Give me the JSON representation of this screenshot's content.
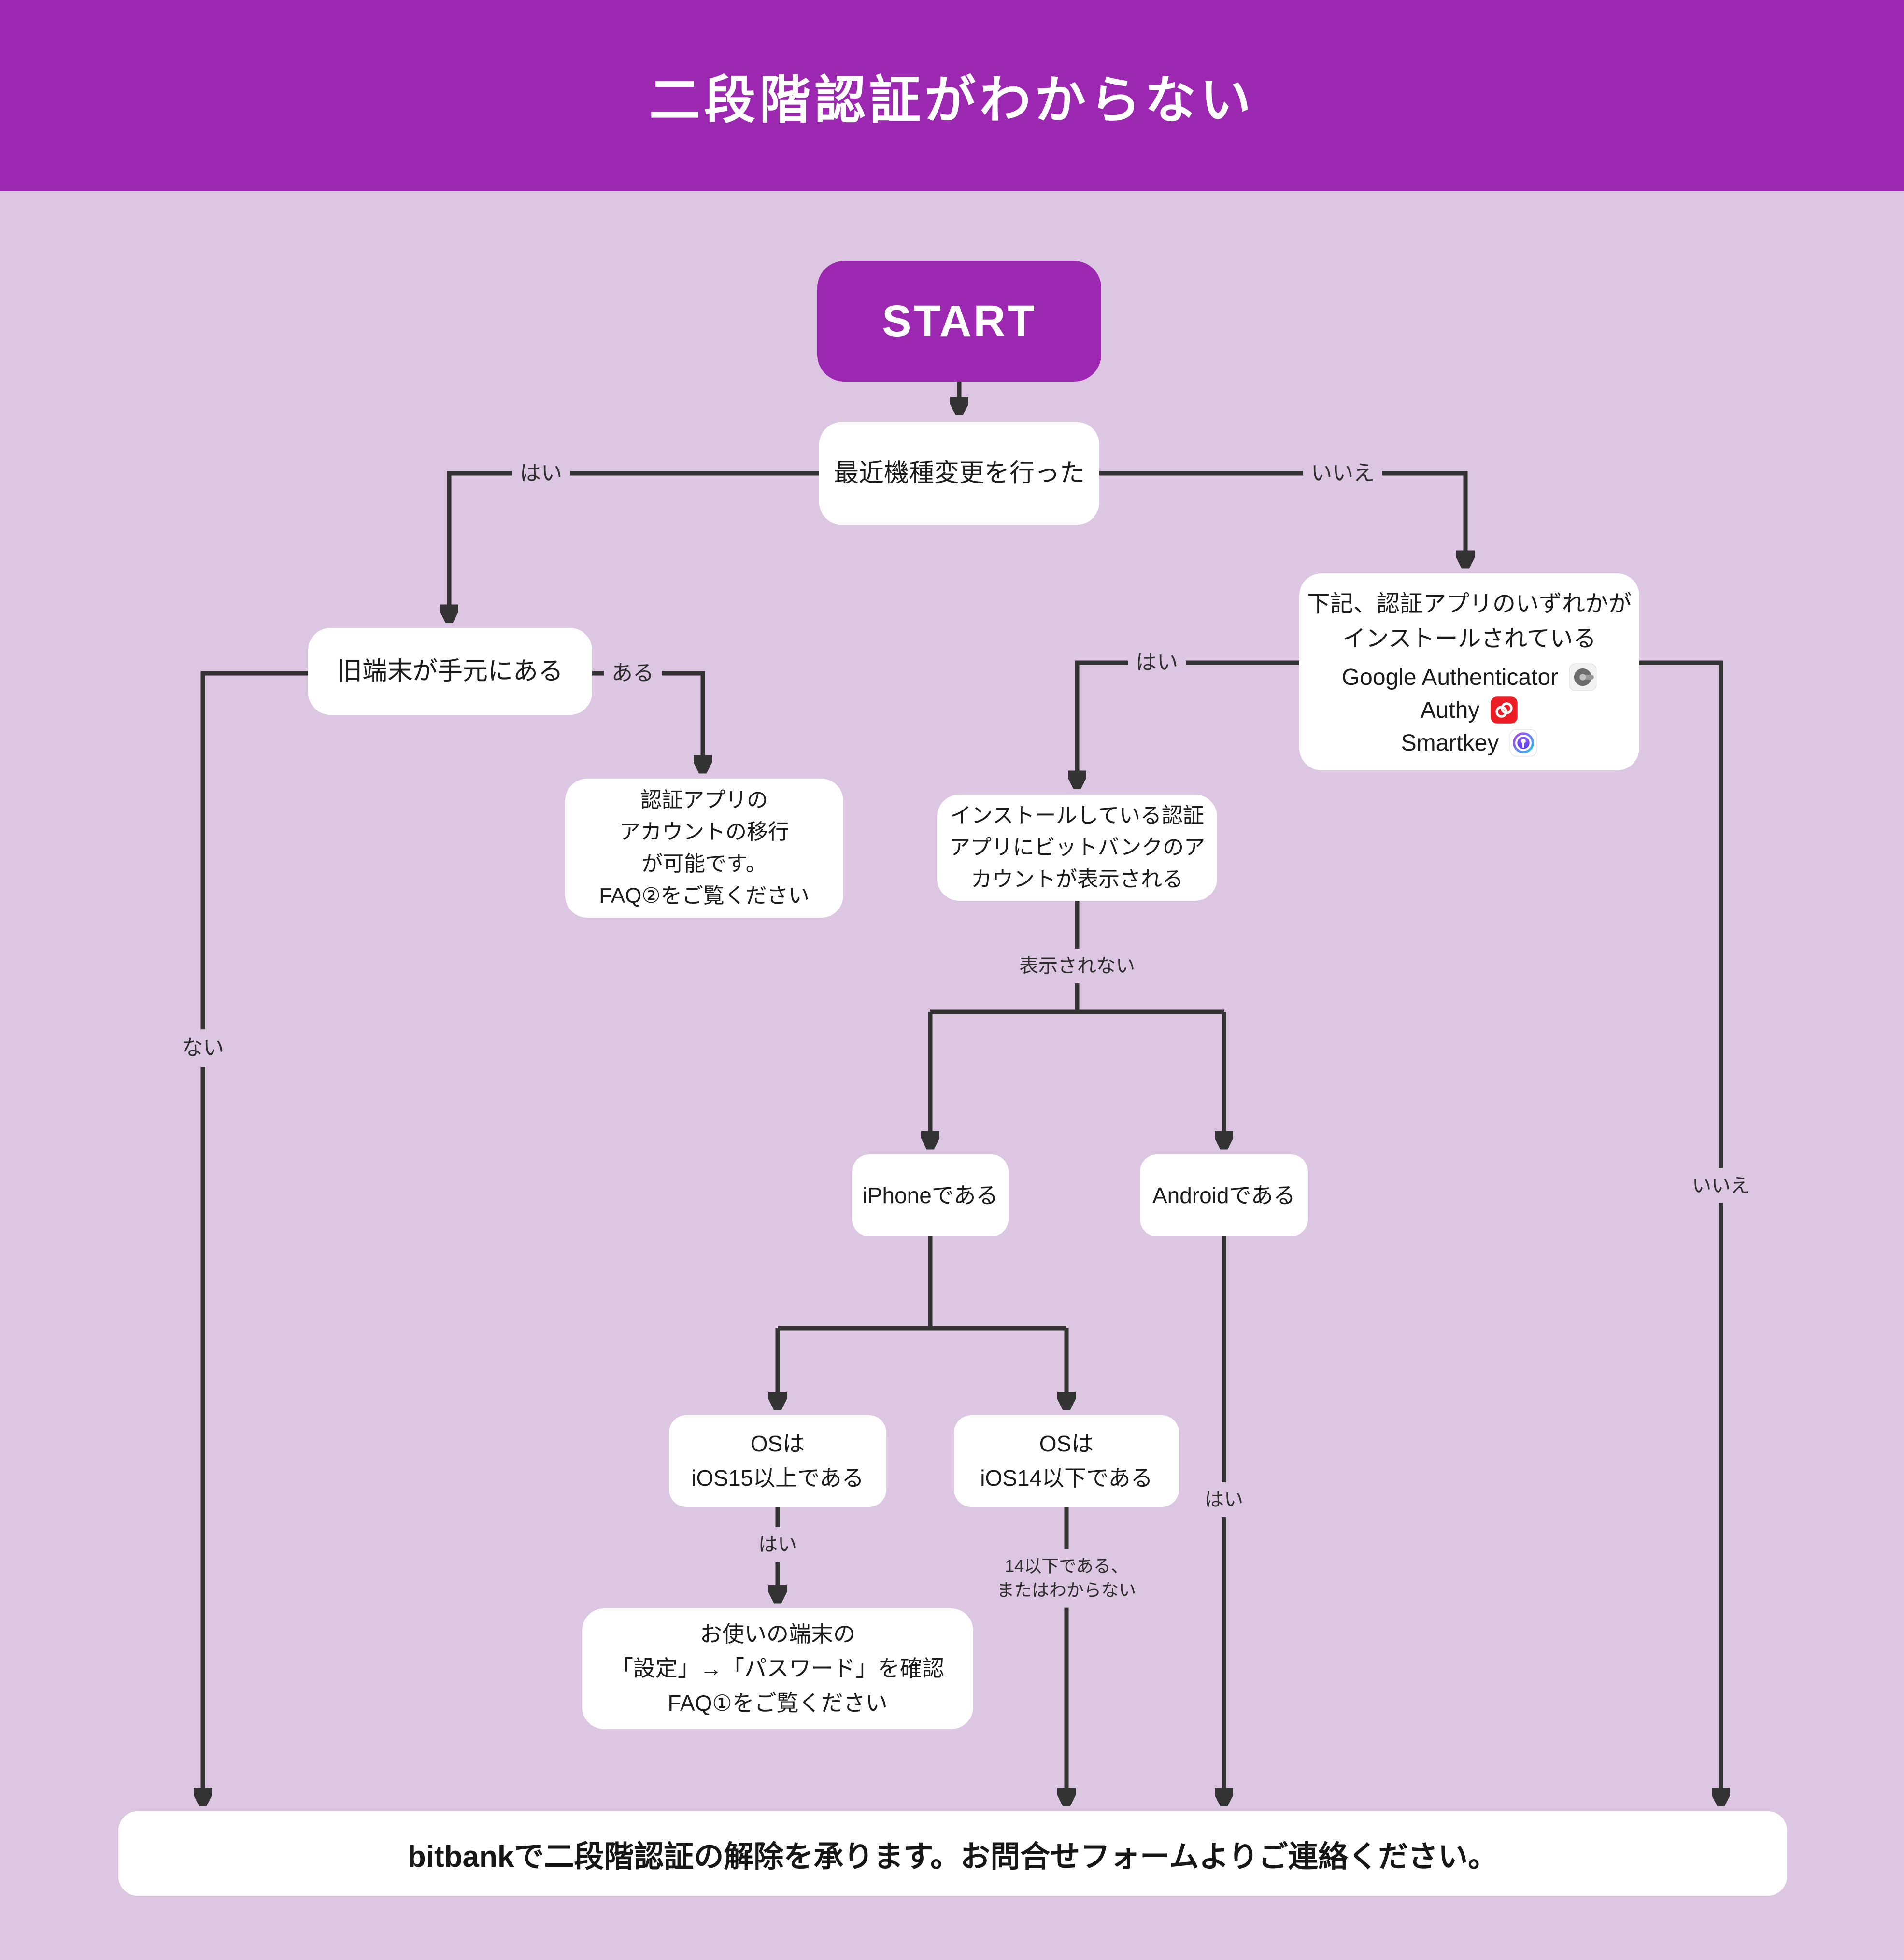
{
  "header": {
    "title": "二段階認証がわからない"
  },
  "nodes": {
    "start": {
      "label": "START"
    },
    "recent_device_change": {
      "label": "最近機種変更を行った"
    },
    "old_device_on_hand": {
      "label": "旧端末が手元にある"
    },
    "auth_app_installed": {
      "text": "下記、認証アプリのいずれかが\nインストールされている",
      "apps": [
        {
          "name": "Google Authenticator"
        },
        {
          "name": "Authy"
        },
        {
          "name": "Smartkey"
        }
      ]
    },
    "faq2_migration": {
      "text": "認証アプリの\nアカウントの移行\nが可能です。\nFAQ②をご覧ください"
    },
    "account_displayed": {
      "text": "インストールしている認証\nアプリにビットバンクのア\nカウントが表示される"
    },
    "is_iphone": {
      "label": "iPhoneである"
    },
    "is_android": {
      "label": "Androidである"
    },
    "ios15_or_later": {
      "text": "OSは\niOS15以上である"
    },
    "ios14_or_earlier": {
      "text": "OSは\niOS14以下である"
    },
    "faq1_check_settings": {
      "text": "お使いの端末の\n「設定」→「パスワード」を確認\nFAQ①をご覧ください"
    },
    "footer_bar": {
      "text": "bitbankで二段階認証の解除を承ります。お問合せフォームよりご連絡ください。"
    }
  },
  "edge_labels": {
    "yes1": "はい",
    "no1": "いいえ",
    "has": "ある",
    "not_has": "ない",
    "yes2": "はい",
    "not_displayed": "表示されない",
    "yes3": "はい",
    "ios14_or_unknown": "14以下である、\nまたはわからない",
    "yes4": "はい",
    "no2": "いいえ"
  },
  "colors": {
    "header_purple": "#9C28B1",
    "background": "#DCC6E2",
    "box_white": "#FFFFFF",
    "line_dark": "#333333",
    "authy_red": "#EC1C24"
  }
}
